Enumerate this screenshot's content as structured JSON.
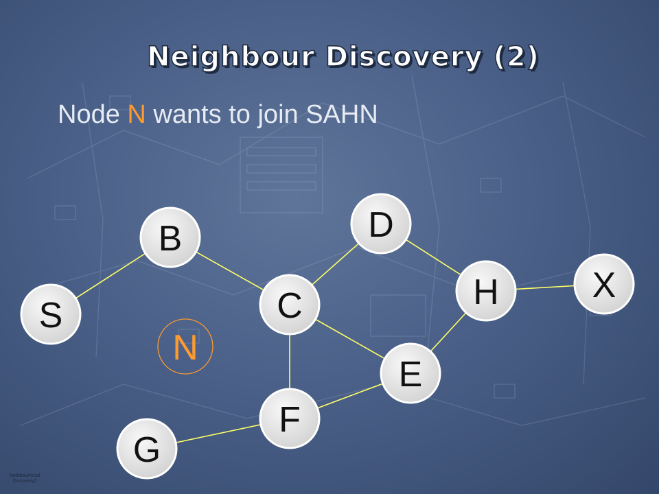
{
  "slide": {
    "title": "Neighbour Discovery (2)",
    "subtitle_parts": [
      "Node ",
      "N",
      " wants to join SAHN"
    ],
    "footnote_lines": [
      "Neihbourhood",
      "Discovery2"
    ]
  },
  "colors": {
    "highlight": "#ff9a2e",
    "edge": "#ffff66",
    "node_fill": "#e6e6e6",
    "node_border": "#ffffff"
  },
  "graph": {
    "nodes": [
      {
        "id": "S",
        "label": "S"
      },
      {
        "id": "B",
        "label": "B"
      },
      {
        "id": "C",
        "label": "C"
      },
      {
        "id": "D",
        "label": "D"
      },
      {
        "id": "H",
        "label": "H"
      },
      {
        "id": "X",
        "label": "X"
      },
      {
        "id": "E",
        "label": "E"
      },
      {
        "id": "F",
        "label": "F"
      },
      {
        "id": "G",
        "label": "G"
      },
      {
        "id": "N",
        "label": "N",
        "style": "new-node"
      }
    ],
    "edges": [
      [
        "S",
        "B"
      ],
      [
        "B",
        "C"
      ],
      [
        "C",
        "D"
      ],
      [
        "D",
        "H"
      ],
      [
        "H",
        "X"
      ],
      [
        "H",
        "E"
      ],
      [
        "C",
        "E"
      ],
      [
        "C",
        "F"
      ],
      [
        "E",
        "F"
      ],
      [
        "F",
        "G"
      ]
    ]
  }
}
